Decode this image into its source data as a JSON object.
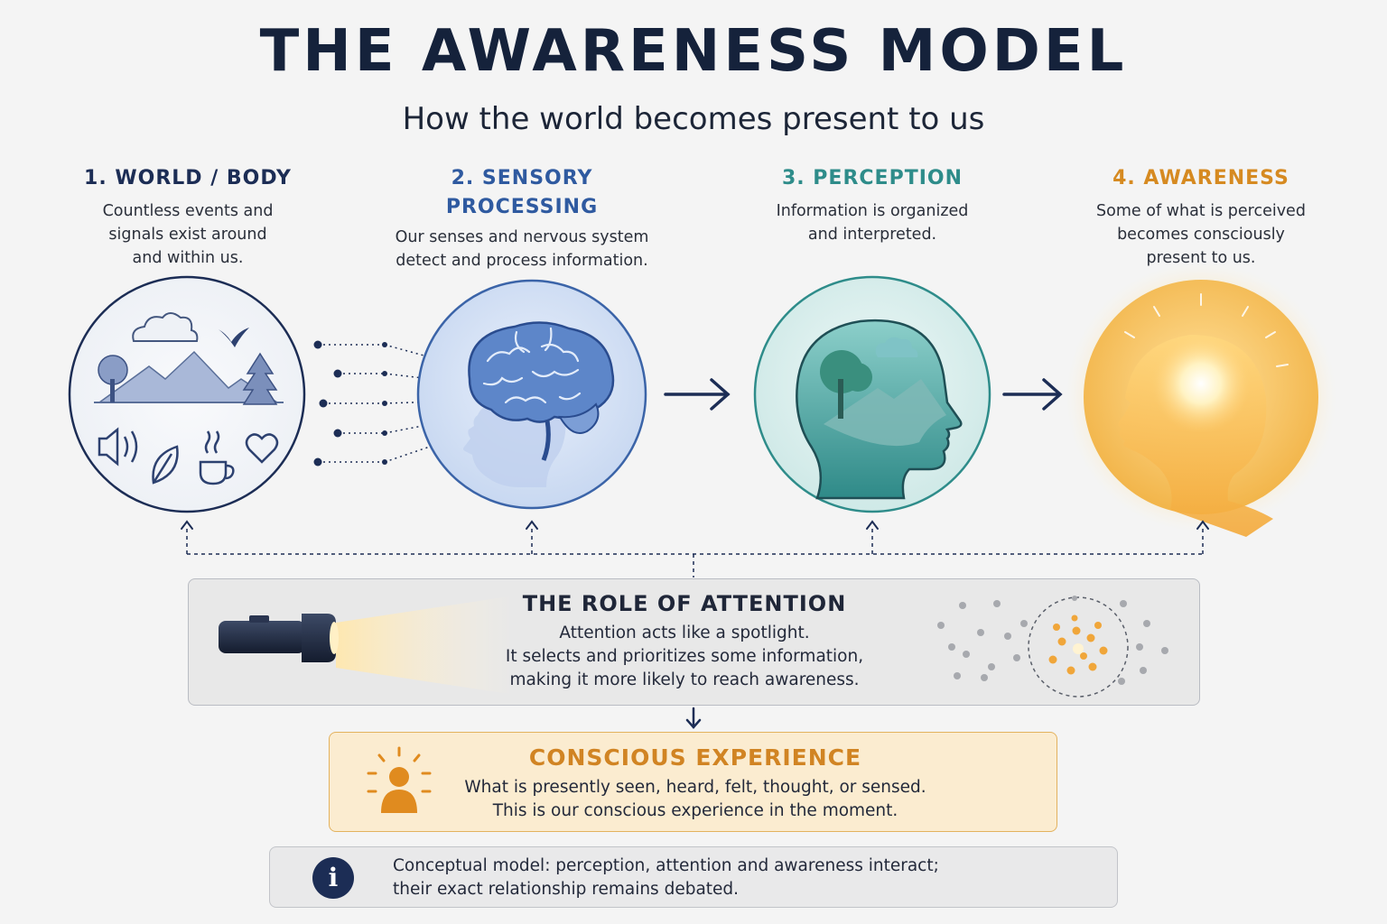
{
  "header": {
    "title": "THE AWARENESS MODEL",
    "subtitle": "How the world becomes present to us"
  },
  "stages": [
    {
      "title_lines": [
        "1. WORLD / BODY"
      ],
      "desc_lines": [
        "Countless events and",
        "signals exist around",
        "and within us."
      ],
      "color": "#1c2d55"
    },
    {
      "title_lines": [
        "2. SENSORY",
        "PROCESSING"
      ],
      "desc_lines": [
        "Our senses and nervous system",
        "detect and process information."
      ],
      "color": "#2f5aa0"
    },
    {
      "title_lines": [
        "3. PERCEPTION"
      ],
      "desc_lines": [
        "Information is organized",
        "and interpreted."
      ],
      "color": "#2e8c8a"
    },
    {
      "title_lines": [
        "4. AWARENESS"
      ],
      "desc_lines": [
        "Some of what is perceived",
        "becomes consciously",
        "present to us."
      ],
      "color": "#d68a21"
    }
  ],
  "attention": {
    "title": "THE ROLE OF ATTENTION",
    "desc_lines": [
      "Attention acts like a spotlight.",
      "It selects and prioritizes some information,",
      "making it more likely to reach awareness."
    ]
  },
  "conscious": {
    "title": "CONSCIOUS EXPERIENCE",
    "desc_lines": [
      "What is presently seen, heard, felt, thought, or sensed.",
      "This is our conscious experience in the moment."
    ]
  },
  "note": {
    "icon_glyph": "i",
    "desc_lines": [
      "Conceptual model: perception, attention and awareness interact;",
      "their exact relationship remains debated."
    ]
  },
  "icons": {
    "world": [
      "cloud-icon",
      "bird-icon",
      "tree-icon",
      "mountain-icon",
      "speaker-icon",
      "leaf-icon",
      "coffee-icon",
      "heart-icon"
    ],
    "brain": "brain-icon",
    "head_landscape": "head-landscape-icon",
    "head_glow": "glowing-head-icon",
    "flashlight": "flashlight-icon",
    "person_glow": "glowing-person-icon",
    "info": "info-icon"
  }
}
